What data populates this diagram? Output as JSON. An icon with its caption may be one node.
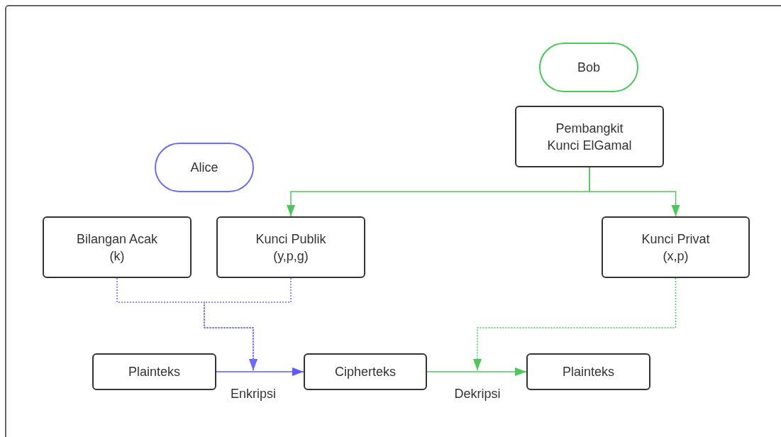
{
  "diagram": {
    "nodes": [
      {
        "text": [
          "Bob"
        ]
      },
      {
        "text": [
          "Pembangkit Kunci ElGamal"
        ]
      },
      {
        "text": [
          "Alice"
        ]
      },
      {
        "text": [
          "Bilangan Acak (k)"
        ]
      },
      {
        "text": [
          "Kunci Publik (y,p,g)"
        ]
      },
      {
        "text": [
          "Kunci Privat (x,p)"
        ]
      },
      {
        "text": [
          "Plainteks"
        ]
      },
      {
        "text": [
          "Cipherteks"
        ]
      },
      {
        "text": [
          "Plainteks"
        ]
      }
    ],
    "edges": [
      {
        "from": 1,
        "to": 4,
        "arrow": "to",
        "color": "#4cc85a"
      },
      {
        "from": 1,
        "to": 5,
        "arrow": "to",
        "color": "#4cc85a"
      },
      {
        "from": 3,
        "to": null,
        "arrow": "to",
        "style": "dashed",
        "color": "#6b6bff"
      },
      {
        "from": 4,
        "to": null,
        "arrow": "to",
        "style": "dashed",
        "color": "#6b6bff"
      },
      {
        "from": 5,
        "to": null,
        "arrow": "to",
        "style": "dashed",
        "color": "#4cc85a"
      },
      {
        "from": 6,
        "to": 7,
        "arrow": "to",
        "label": "Enkripsi",
        "color": "#5a5aff"
      },
      {
        "from": 7,
        "to": 8,
        "arrow": "to",
        "label": "Dekripsi",
        "color": "#4cc85a"
      }
    ]
  }
}
